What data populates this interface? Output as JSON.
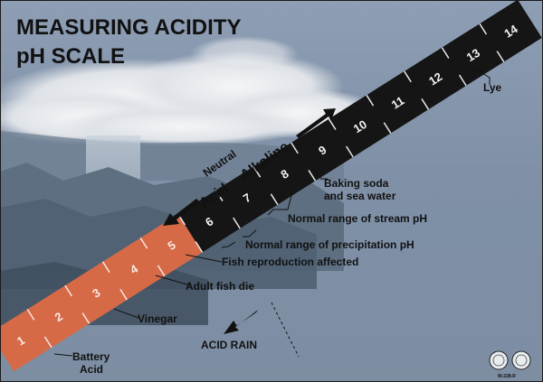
{
  "title": {
    "line1": "MEASURING ACIDITY",
    "line2": "pH SCALE"
  },
  "scale": {
    "numbers": [
      "1",
      "2",
      "3",
      "4",
      "5",
      "6",
      "7",
      "8",
      "9",
      "10",
      "11",
      "12",
      "13",
      "14"
    ],
    "acid_color": "#d66a47",
    "alkaline_color": "#151515"
  },
  "directions": {
    "neutral": "Neutral",
    "acid": "Acid",
    "alkaline": "Alkaline",
    "acid_rain": "ACID RAIN"
  },
  "annotations": {
    "lye": "Lye",
    "baking_soda_1": "Baking soda",
    "baking_soda_2": "and sea water",
    "stream_ph": "Normal range of stream pH",
    "precipitation_ph": "Normal range of precipitation pH",
    "fish_reproduction": "Fish reproduction affected",
    "adult_fish": "Adult fish die",
    "vinegar": "Vinegar",
    "battery_1": "Battery",
    "battery_2": "Acid"
  },
  "footer": {
    "code": "W-228-R"
  },
  "colors": {
    "sky_top": "#8d9db3",
    "sky_bottom": "#7a8aa0",
    "cloud": "#eef0f2",
    "mountain": "#596b7c",
    "border": "#1a1a1a"
  }
}
